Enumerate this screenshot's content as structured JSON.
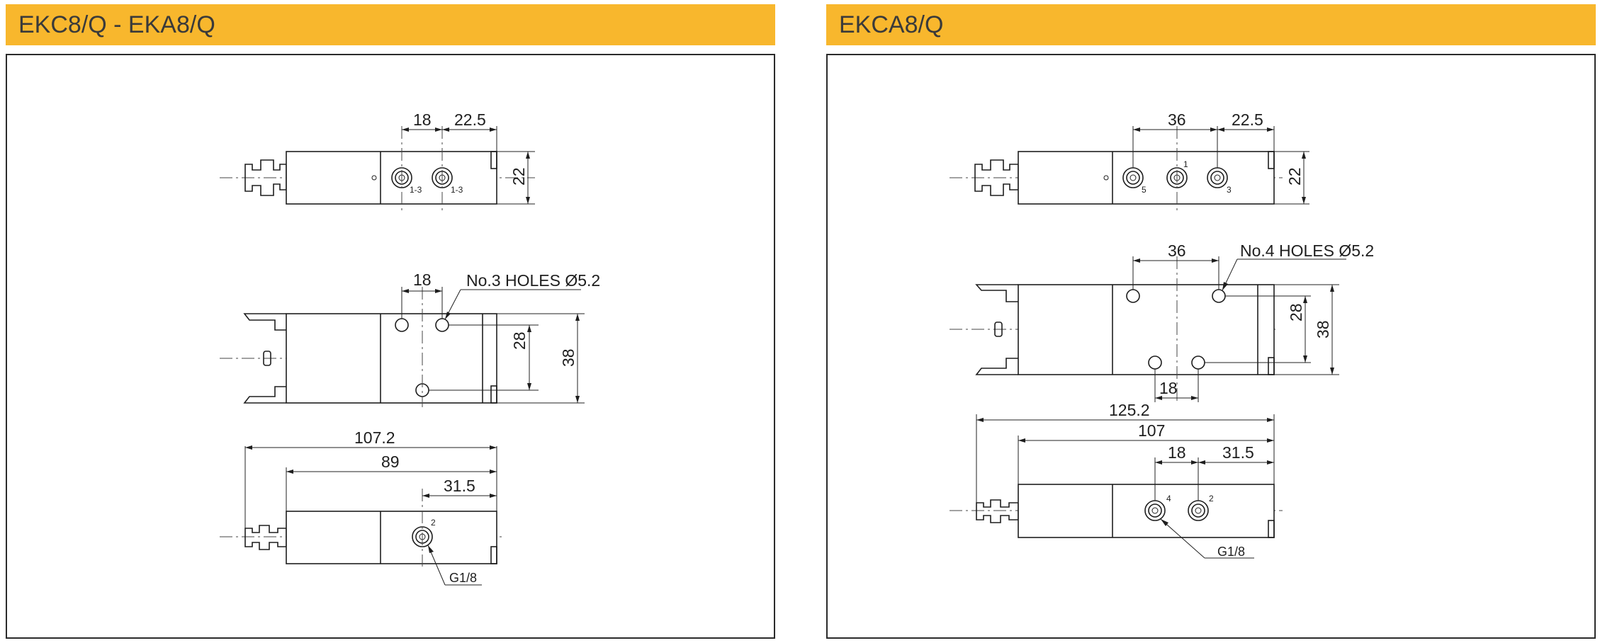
{
  "left_panel": {
    "title": "EKC8/Q - EKA8/Q",
    "top_view": {
      "pitch": "18",
      "end_offset": "22.5",
      "height": "22",
      "port_a": "1-3",
      "port_b": "1-3"
    },
    "mid_view": {
      "pitch": "18",
      "holes_note": "No.3 HOLES Ø5.2",
      "hole_spacing": "28",
      "height": "38"
    },
    "bottom_view": {
      "overall_length": "107.2",
      "body_length": "89",
      "port_offset": "31.5",
      "port": "2",
      "thread": "G1/8"
    }
  },
  "right_panel": {
    "title": "EKCA8/Q",
    "top_view": {
      "pitch": "36",
      "end_offset": "22.5",
      "height": "22",
      "port_left": "5",
      "port_mid": "1",
      "port_right": "3"
    },
    "mid_view": {
      "pitch": "36",
      "holes_note": "No.4 HOLES Ø5.2",
      "hole_spacing": "28",
      "height": "38",
      "lower_pitch": "18"
    },
    "bottom_view": {
      "overall_length": "125.2",
      "body_length": "107",
      "pitch": "18",
      "port_offset": "31.5",
      "port_left": "4",
      "port_right": "2",
      "thread": "G1/8"
    }
  }
}
